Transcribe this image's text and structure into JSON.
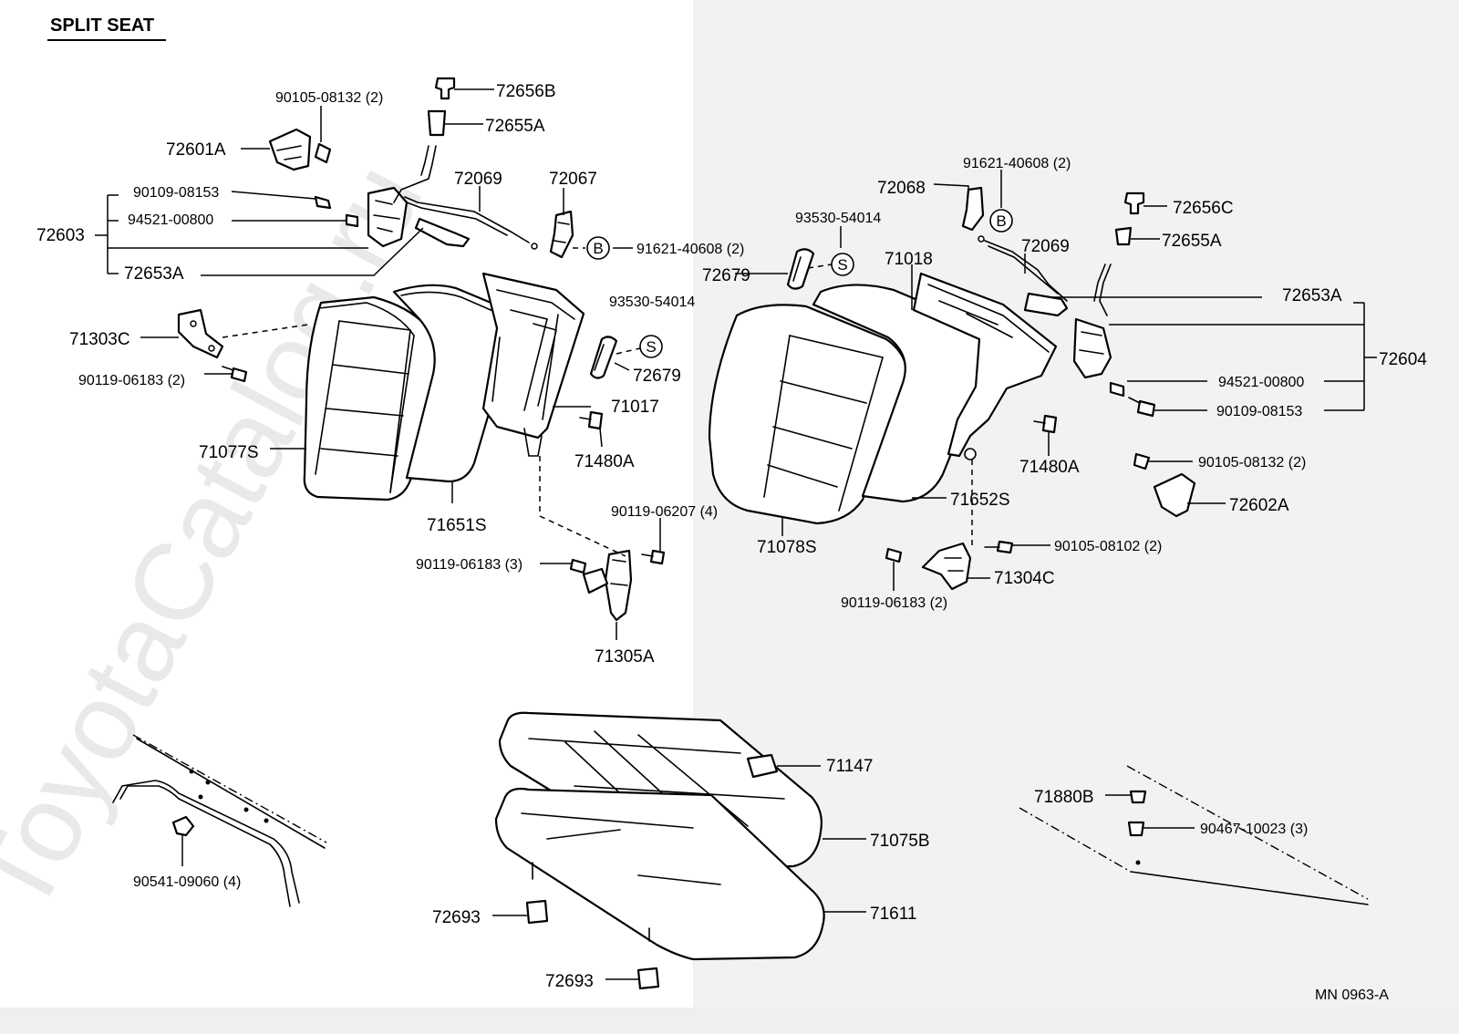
{
  "title": "SPLIT SEAT",
  "watermark": "ToyotaCatalog.ru",
  "drawing_code": "MN 0963-A",
  "labels": {
    "l_72656B": "72656B",
    "l_72655A_left": "72655A",
    "l_90105_08132_left": "90105-08132 (2)",
    "l_72601A": "72601A",
    "l_72069_left": "72069",
    "l_72067": "72067",
    "l_90109_08153_left": "90109-08153",
    "l_72603": "72603",
    "l_94521_00800_left": "94521-00800",
    "l_72653A_left": "72653A",
    "l_91621_40608_left": "91621-40608 (2)",
    "l_93530_54014_left": "93530-54014",
    "l_72679_left": "72679",
    "l_71017": "71017",
    "l_71303C": "71303C",
    "l_90119_06183_2_left": "90119-06183 (2)",
    "l_71480A_left": "71480A",
    "l_71077S": "71077S",
    "l_71651S": "71651S",
    "l_90119_06207": "90119-06207 (4)",
    "l_90119_06183_3": "90119-06183 (3)",
    "l_71305A": "71305A",
    "l_91621_40608_right": "91621-40608 (2)",
    "l_72068": "72068",
    "l_93530_54014_right": "93530-54014",
    "l_72656C": "72656C",
    "l_71018": "71018",
    "l_72655A_right": "72655A",
    "l_72679_right": "72679",
    "l_72069_right": "72069",
    "l_72653A_right": "72653A",
    "l_72604": "72604",
    "l_94521_00800_right": "94521-00800",
    "l_90109_08153_right": "90109-08153",
    "l_71480A_right": "71480A",
    "l_90105_08132_right": "90105-08132 (2)",
    "l_71652S": "71652S",
    "l_72602A": "72602A",
    "l_71078S": "71078S",
    "l_90105_08102": "90105-08102 (2)",
    "l_71304C": "71304C",
    "l_90119_06183_2_right": "90119-06183 (2)",
    "l_71147": "71147",
    "l_71075B": "71075B",
    "l_71611": "71611",
    "l_72693_a": "72693",
    "l_72693_b": "72693",
    "l_90541_09060": "90541-09060 (4)",
    "l_71880B": "71880B",
    "l_90467_10023": "90467-10023 (3)"
  },
  "callouts": {
    "b_left": "B",
    "s_left": "S",
    "b_right": "B",
    "s_right": "S"
  }
}
